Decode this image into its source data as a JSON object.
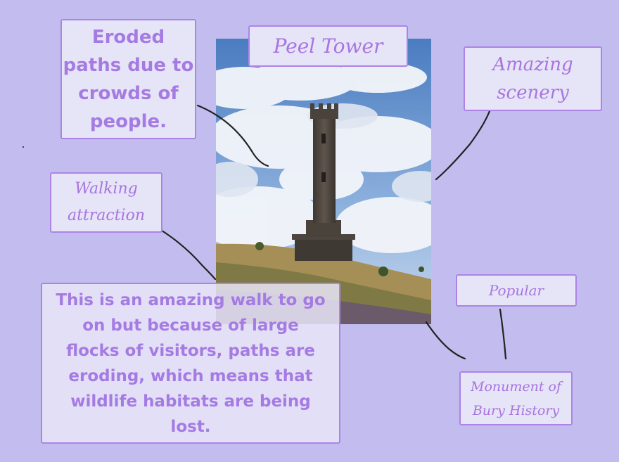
{
  "title": "Peel Tower",
  "labels": {
    "eroded_paths": "Eroded paths due to crowds of people.",
    "amazing_scenery": "Amazing scenery",
    "walking_attraction": "Walking attraction",
    "popular": "Popular",
    "monument": "Monument of Bury History"
  },
  "description": "This is an amazing walk to go on but because of large flocks of visitors, paths are eroding, which means that wildlife habitats are being lost.",
  "colors": {
    "background": "#c2bdee",
    "box_fill": "#e6e4f7",
    "box_border": "#ad84e6",
    "text": "#a371de",
    "connector": "#222222"
  }
}
